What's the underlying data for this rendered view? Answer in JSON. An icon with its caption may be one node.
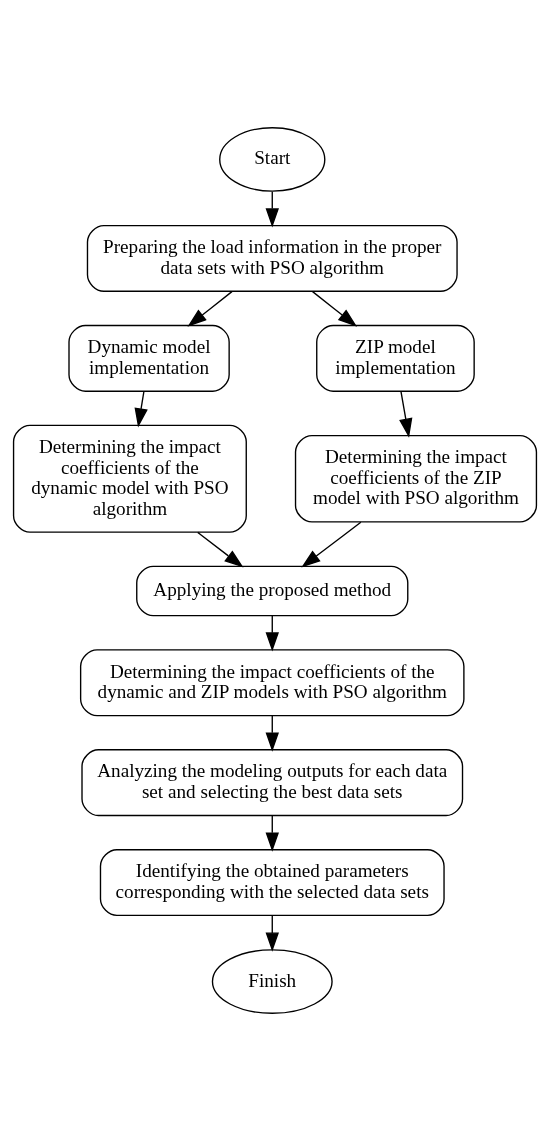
{
  "diagram": {
    "nodes": [
      {
        "text": [
          "Start"
        ]
      },
      {
        "text": [
          "Preparing the load information in the proper data sets with PSO algorithm"
        ]
      },
      {
        "text": [
          "Dynamic model implementation"
        ]
      },
      {
        "text": [
          "ZIP model implementation"
        ]
      },
      {
        "text": [
          "Determining the impact coefficients of the dynamic model with PSO algorithm"
        ]
      },
      {
        "text": [
          "Determining the impact coefficients of the ZIP model with PSO algorithm"
        ]
      },
      {
        "text": [
          "Applying the proposed method"
        ]
      },
      {
        "text": [
          "Determining the impact coefficients of the dynamic and ZIP models with PSO algorithm"
        ]
      },
      {
        "text": [
          "Analyzing the modeling outputs for each data set and selecting the best data sets"
        ]
      },
      {
        "text": [
          "Identifying the obtained parameters corresponding with the selected data sets"
        ]
      },
      {
        "text": [
          "Finish"
        ]
      }
    ],
    "edges": [
      {
        "from": 0,
        "to": 1,
        "arrow": "to"
      },
      {
        "from": 1,
        "to": 2,
        "arrow": "to"
      },
      {
        "from": 1,
        "to": 3,
        "arrow": "to"
      },
      {
        "from": 2,
        "to": 4,
        "arrow": "to"
      },
      {
        "from": 3,
        "to": 5,
        "arrow": "to"
      },
      {
        "from": 4,
        "to": 6,
        "arrow": "to"
      },
      {
        "from": 5,
        "to": 6,
        "arrow": "to"
      },
      {
        "from": 6,
        "to": 7,
        "arrow": "to"
      },
      {
        "from": 7,
        "to": 8,
        "arrow": "to"
      },
      {
        "from": 8,
        "to": 9,
        "arrow": "to"
      },
      {
        "from": 9,
        "to": 10,
        "arrow": "to"
      }
    ]
  }
}
